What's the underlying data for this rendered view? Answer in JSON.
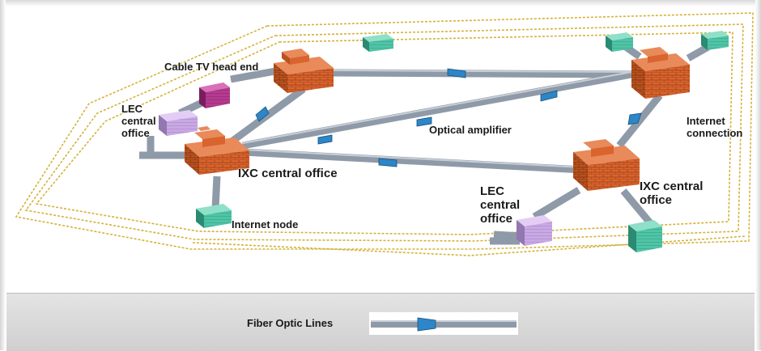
{
  "labels": {
    "cable_tv": "Cable TV head end",
    "lec_left": "LEC central office",
    "ixc_left": "IXC central office",
    "internet_node": "Internet node",
    "optical_amplifier": "Optical amplifier",
    "internet_connection": "Internet connection",
    "lec_bottom": "LEC central office",
    "ixc_right": "IXC central office"
  },
  "legend": {
    "label": "Fiber Optic Lines"
  },
  "colors": {
    "building": "#d9642e",
    "internet_node": "#4fc4a6",
    "lec_office": "#c9a8e4",
    "cable_tv": "#b43a8f",
    "fiber": "#8f9aa8",
    "amplifier": "#2c86c8",
    "trace": "#d4b23a"
  }
}
